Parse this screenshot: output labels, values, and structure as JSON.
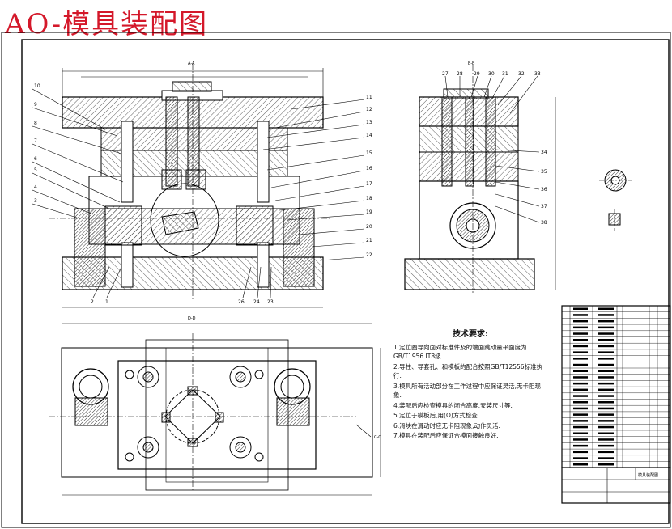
{
  "title": "AO-模具装配图",
  "tech_requirements": {
    "heading": "技术要求:",
    "items": [
      "1.定位圈导向面对标准件及的端面跳动量平面度为GB/T1956 IT8级.",
      "2.导柱、导套孔、和模板的配合按照GB/T12556标准执行.",
      "3.模具所有活动部分在工作过程中应保证灵活,无卡阻现象.",
      "4.装配后应检查模具的闭合高度,安装尺寸等.",
      "5.定位于模板后,用(O)方式检查.",
      "6.滑块在滑动时应无卡阻现象,动作灵活.",
      "7.模具在装配后应保证合模面接触良好."
    ]
  },
  "section_labels": {
    "aa": "A-A",
    "bb": "B-B",
    "cc": "C-C",
    "dd": "D-D"
  },
  "part_numbers_left": [
    "10",
    "9",
    "8",
    "7",
    "6",
    "5",
    "4",
    "3"
  ],
  "part_numbers_middle": [
    "11",
    "12",
    "13",
    "14",
    "15",
    "16",
    "17",
    "18",
    "19",
    "20",
    "21",
    "22"
  ],
  "part_numbers_right_top": [
    "27",
    "28",
    "29",
    "30",
    "31",
    "32",
    "33"
  ],
  "part_numbers_right_side": [
    "34",
    "35",
    "36",
    "37",
    "38"
  ],
  "part_numbers_bottom": [
    "2",
    "1",
    "26",
    "24",
    "23"
  ],
  "title_block": {
    "row_count": 26,
    "drawing_name": "模具装配图"
  }
}
